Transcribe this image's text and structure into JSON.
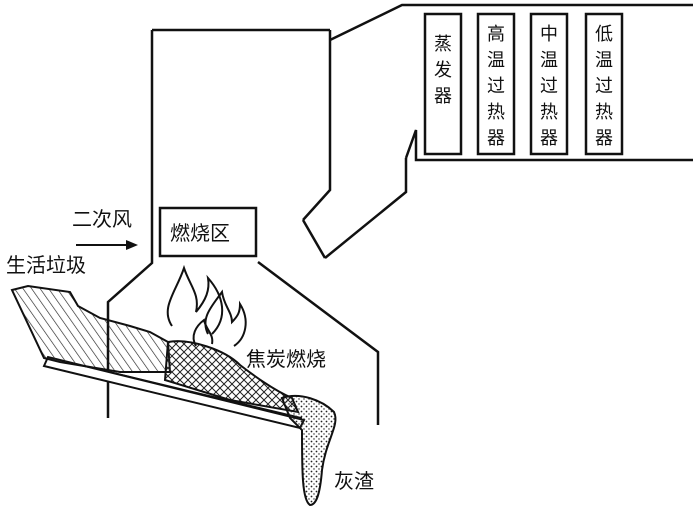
{
  "labels": {
    "secondary_air": "二次风",
    "msw": "生活垃圾",
    "combustion_zone": "燃烧区",
    "char_combustion": "焦炭燃烧",
    "ash": "灰渣"
  },
  "heat_exchangers": [
    {
      "name": "蒸发器",
      "chars": [
        "蒸",
        "发",
        "器"
      ]
    },
    {
      "name": "高温过热器",
      "chars": [
        "高",
        "温",
        "过",
        "热",
        "器"
      ]
    },
    {
      "name": "中温过热器",
      "chars": [
        "中",
        "温",
        "过",
        "热",
        "器"
      ]
    },
    {
      "name": "低温过热器",
      "chars": [
        "低",
        "温",
        "过",
        "热",
        "器"
      ]
    }
  ]
}
